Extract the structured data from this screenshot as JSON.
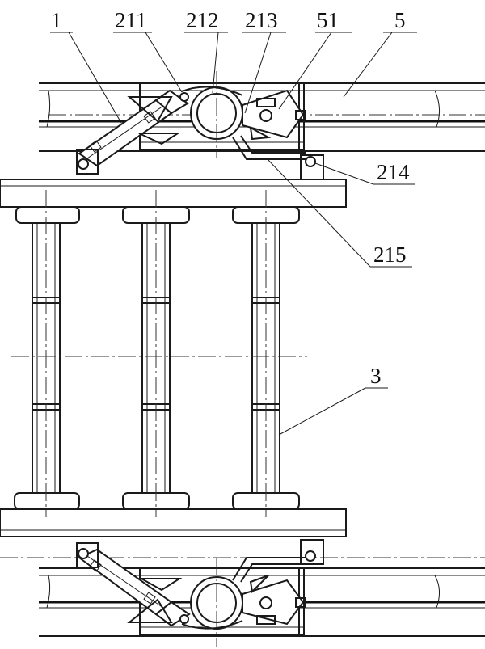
{
  "figure": {
    "labels": {
      "l1": "1",
      "l211": "211",
      "l212": "212",
      "l213": "213",
      "l51": "51",
      "l5": "5",
      "l214": "214",
      "l215": "215",
      "l3": "3"
    }
  }
}
